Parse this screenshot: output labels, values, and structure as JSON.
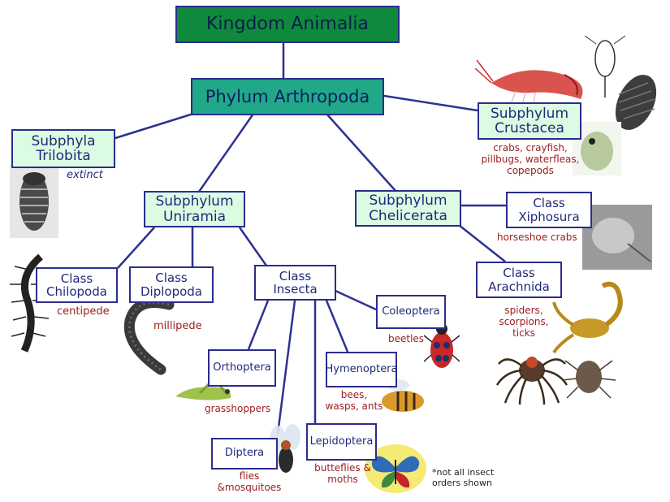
{
  "kingdom": {
    "label": "Kingdom Animalia"
  },
  "phylum": {
    "label": "Phylum Arthropoda"
  },
  "subphyla": {
    "trilobita": {
      "line1": "Subphyla",
      "line2": "Trilobita",
      "note": "extinct"
    },
    "crustacea": {
      "line1": "Subphylum",
      "line2": "Crustacea",
      "note": [
        "crabs, crayfish,",
        "pillbugs, waterfleas,",
        "copepods"
      ]
    },
    "uniramia": {
      "line1": "Subphylum",
      "line2": "Uniramia"
    },
    "chelicerata": {
      "line1": "Subphylum",
      "line2": "Chelicerata"
    }
  },
  "classes": {
    "chilopoda": {
      "line1": "Class",
      "line2": "Chilopoda",
      "note": "centipede"
    },
    "diplopoda": {
      "line1": "Class",
      "line2": "Diplopoda",
      "note": "millipede"
    },
    "insecta": {
      "line1": "Class",
      "line2": "Insecta"
    },
    "xiphosura": {
      "line1": "Class",
      "line2": "Xiphosura",
      "note": "horseshoe crabs"
    },
    "arachnida": {
      "line1": "Class",
      "line2": "Arachnida",
      "note": [
        "spiders,",
        "scorpions,",
        "ticks"
      ]
    }
  },
  "orders": {
    "coleoptera": {
      "label": "Coleoptera",
      "note": "beetles"
    },
    "orthoptera": {
      "label": "Orthoptera",
      "note": "grasshoppers"
    },
    "hymenoptera": {
      "label": "Hymenoptera",
      "note": [
        "bees,",
        "wasps, ants"
      ]
    },
    "diptera": {
      "label": "Diptera",
      "note": [
        "flies",
        "&mosquitoes"
      ]
    },
    "lepidoptera": {
      "label": "Lepidoptera",
      "note": [
        "butteflies &",
        "moths"
      ]
    }
  },
  "footnote": [
    "*not all insect",
    "orders shown"
  ],
  "colors": {
    "node_border": "#2b2d8c",
    "connector": "#2e3192",
    "note_text": "#9a1d1d",
    "kingdom_fill": "#0f8a3c",
    "phylum_fill": "#21a889"
  },
  "pictures": [
    "trilobite-fossil",
    "shrimp",
    "copepod",
    "pillbug",
    "waterflea",
    "horseshoe-crab",
    "centipede",
    "millipede",
    "scorpion",
    "spider",
    "tick",
    "beetle",
    "grasshopper",
    "bee",
    "fly",
    "butterfly"
  ]
}
